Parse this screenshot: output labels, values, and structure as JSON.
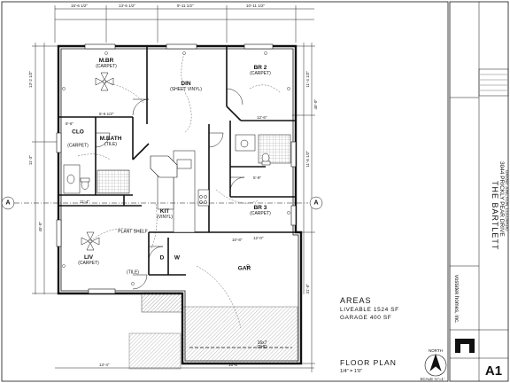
{
  "rooms": [
    {
      "id": "mbr",
      "name": "M.BR",
      "sub": "(CARPET)"
    },
    {
      "id": "br2",
      "name": "BR 2",
      "sub": "(CARPET)"
    },
    {
      "id": "din",
      "name": "DIN",
      "sub": "(SHEET VINYL)"
    },
    {
      "id": "clo",
      "name": "CLO",
      "sub": ""
    },
    {
      "id": "mbath",
      "name": "M.BATH",
      "sub": "(TILE)"
    },
    {
      "id": "mbr-closet",
      "name": "",
      "sub": "(CARPET)"
    },
    {
      "id": "br3",
      "name": "BR 3",
      "sub": "(CARPET)"
    },
    {
      "id": "kit",
      "name": "KIT",
      "sub": "(VINYL)"
    },
    {
      "id": "liv",
      "name": "LIV",
      "sub": "(CARPET)"
    },
    {
      "id": "gar",
      "name": "GAR",
      "sub": ""
    },
    {
      "id": "dryer",
      "name": "D",
      "sub": ""
    },
    {
      "id": "washer",
      "name": "W",
      "sub": ""
    },
    {
      "id": "tile",
      "name": "(TILE)",
      "sub": ""
    },
    {
      "id": "plant-shelf",
      "name": "PLANT SHELF",
      "sub": ""
    },
    {
      "id": "garage-door",
      "name": "16x7",
      "sub": "OHD"
    }
  ],
  "dimensions": {
    "top": [
      "15'-6 1/2\"",
      "13'-6 1/2\"",
      "9'-11 1/2\"",
      "10'-11 1/2\""
    ],
    "right": [
      "11'-4 1/2\"",
      "11'-6 1/2\"",
      "45'-0\"",
      "31'-6\""
    ],
    "left": [
      "13'-2 1/2\"",
      "11'-3\"",
      "45'-0\""
    ],
    "bottom": [
      "13'-4\"",
      "16'-6\""
    ],
    "interior": [
      "8'-6\"",
      "5'-6 1/2\"",
      "11'-4\"",
      "12'-6\"",
      "12'-0\"",
      "10'-8\"",
      "5'-9\""
    ]
  },
  "grid_marker": "A",
  "areas": {
    "title": "AREAS",
    "liveable": "LIVEABLE 1524 SF",
    "garage": "GARAGE 400 SF"
  },
  "plan_title": {
    "title": "FLOOR PLAN",
    "scale": "1/4\" = 1'0\""
  },
  "north": {
    "label": "NORTH",
    "scale": "SCALE ¼\"=1'"
  },
  "title_block": {
    "project": "THE BARTLETT",
    "address": "3044 PRICKLY PEAR DRIVE",
    "city": "GRAND JUNCTION, COLORADO",
    "company": "vostatek homes, inc.",
    "sheet": "A1"
  },
  "colors": {
    "ink": "#111111",
    "hatch": "#555555",
    "paper": "#ffffff"
  }
}
